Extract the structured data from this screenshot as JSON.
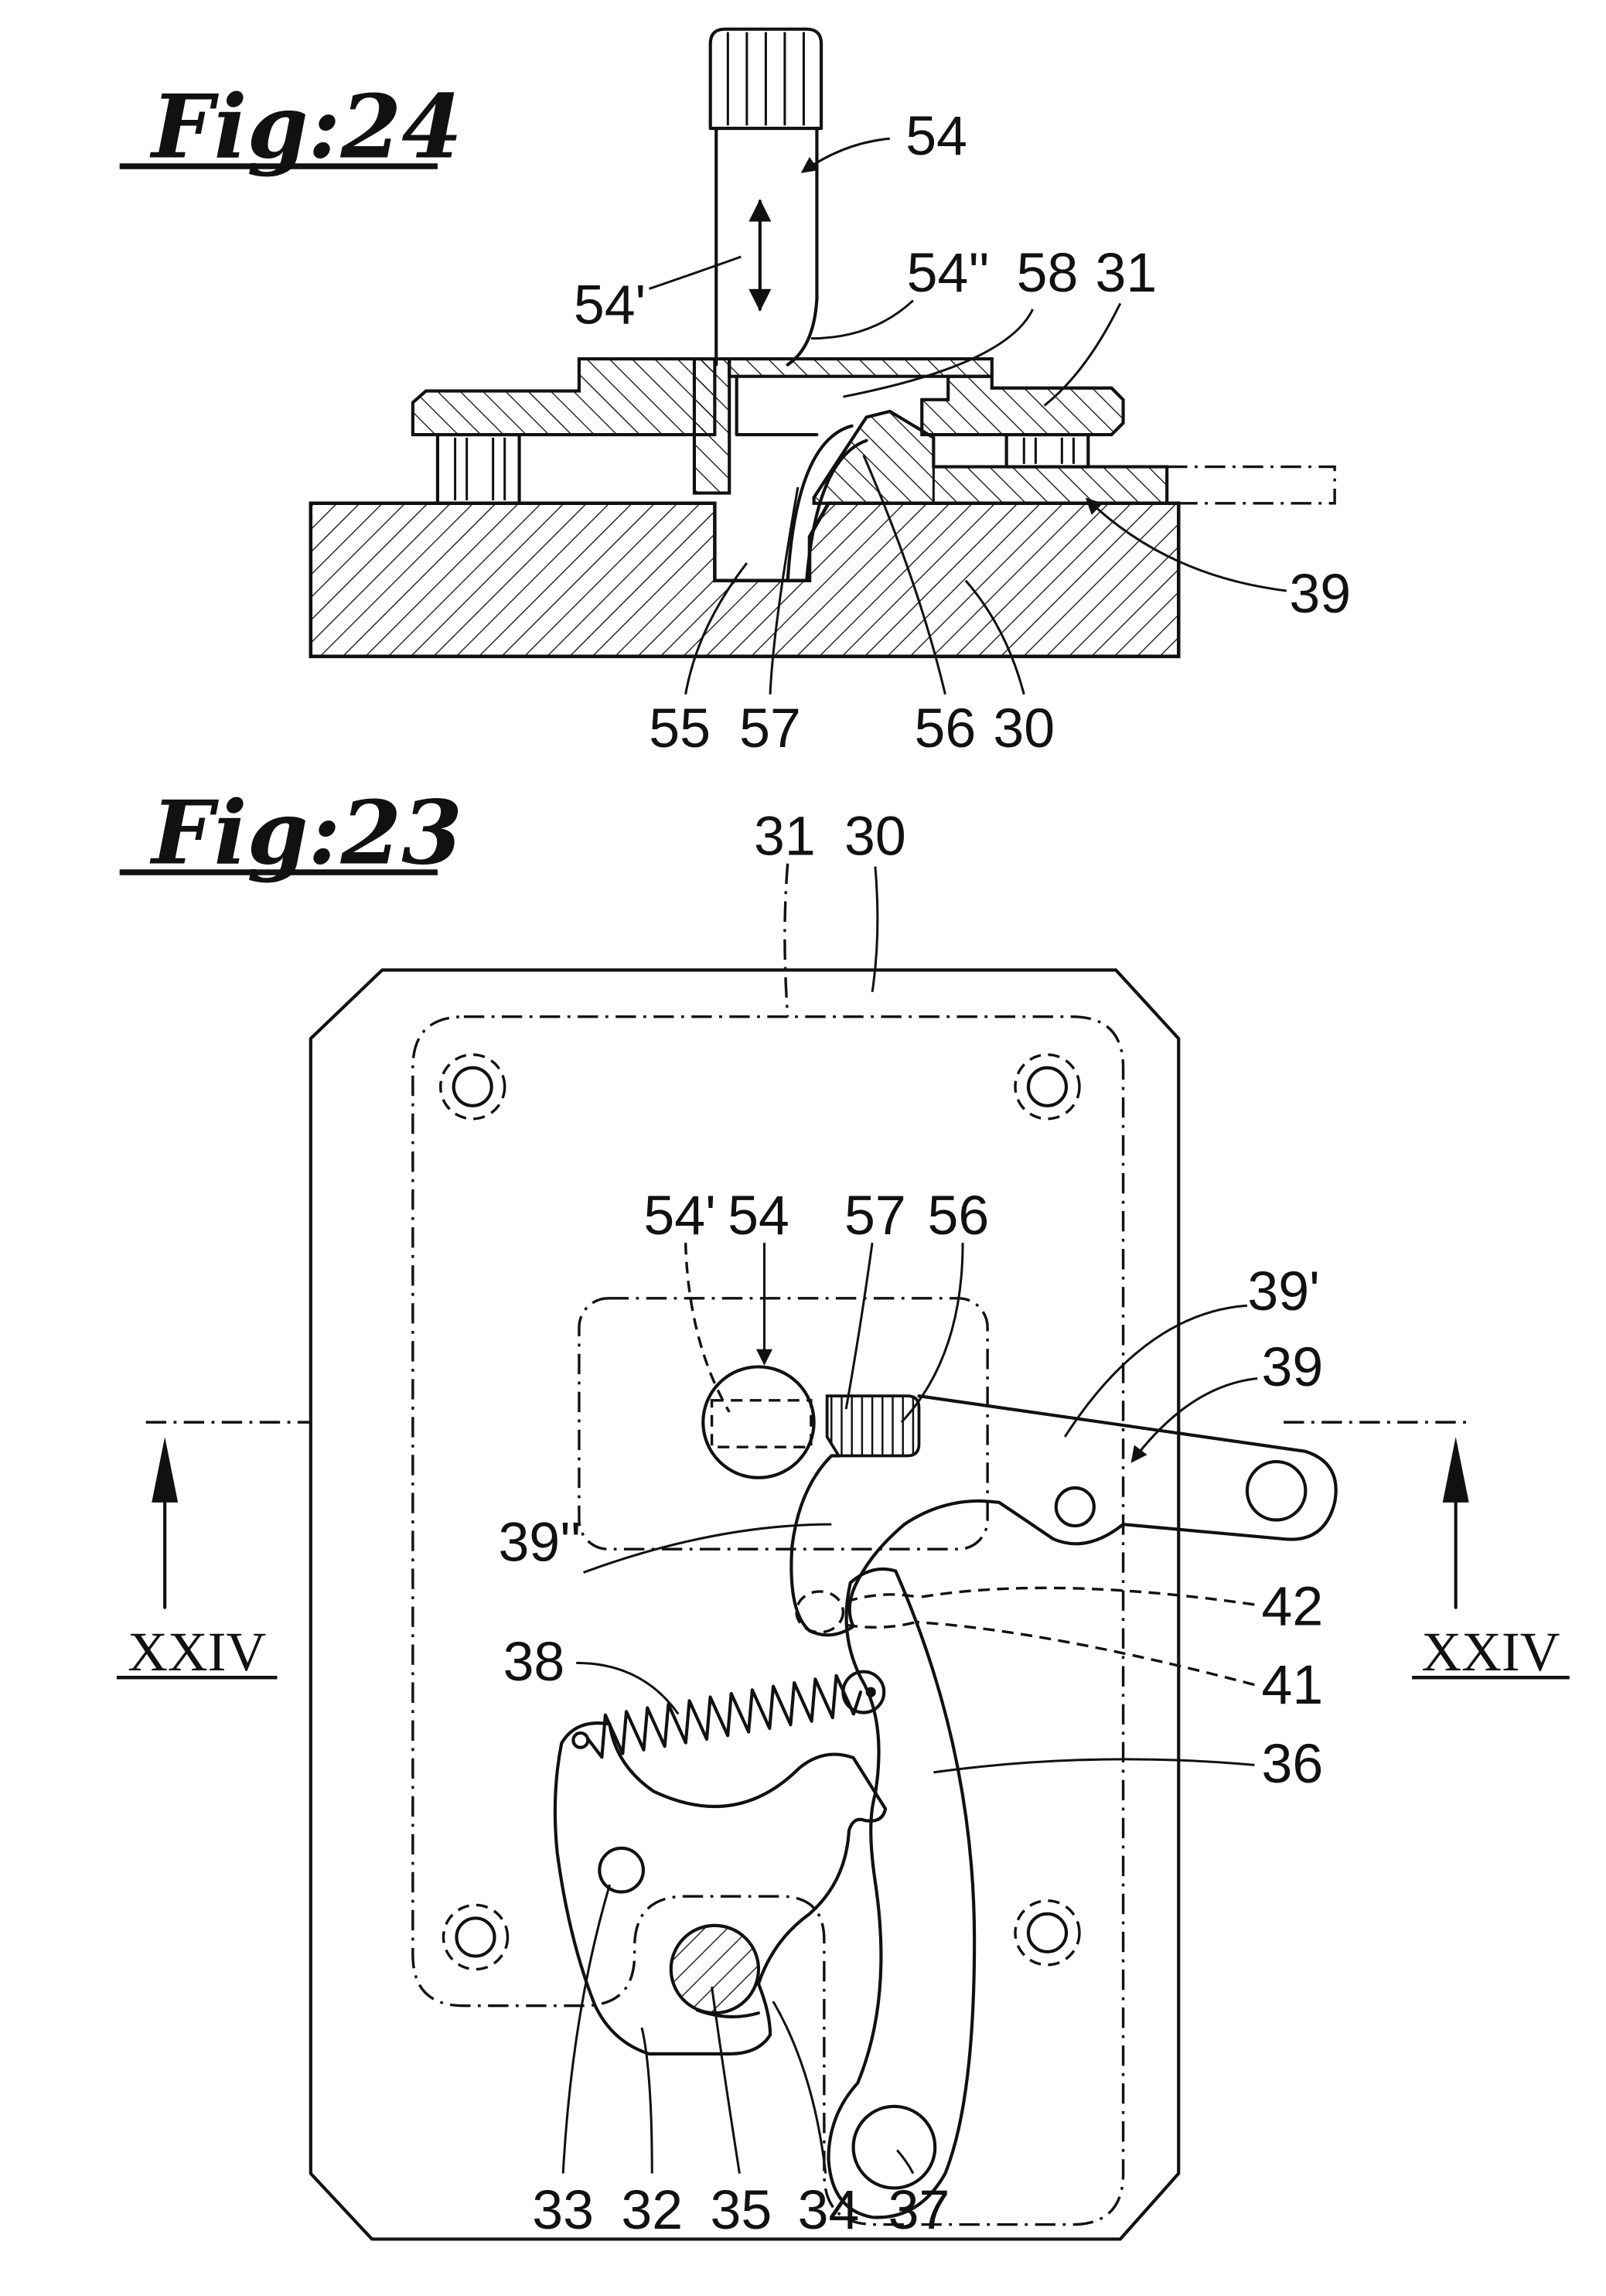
{
  "fig24": {
    "title": "Fig:24",
    "labels": {
      "n54": "54",
      "n54p": "54'",
      "n54pp": "54''",
      "n58": "58",
      "n31": "31",
      "n39": "39",
      "n55": "55",
      "n57": "57",
      "n56": "56",
      "n30": "30"
    }
  },
  "fig23": {
    "title": "Fig:23",
    "labels": {
      "n31": "31",
      "n30": "30",
      "n54p": "54'",
      "n54": "54",
      "n57": "57",
      "n56": "56",
      "n39p": "39'",
      "n39": "39",
      "n39pp": "39''",
      "n42": "42",
      "n41": "41",
      "n38": "38",
      "n36": "36",
      "n33": "33",
      "n32": "32",
      "n35": "35",
      "n34": "34",
      "n37": "37"
    },
    "section_marks": {
      "left": "XXIV",
      "right": "XXIV"
    }
  }
}
